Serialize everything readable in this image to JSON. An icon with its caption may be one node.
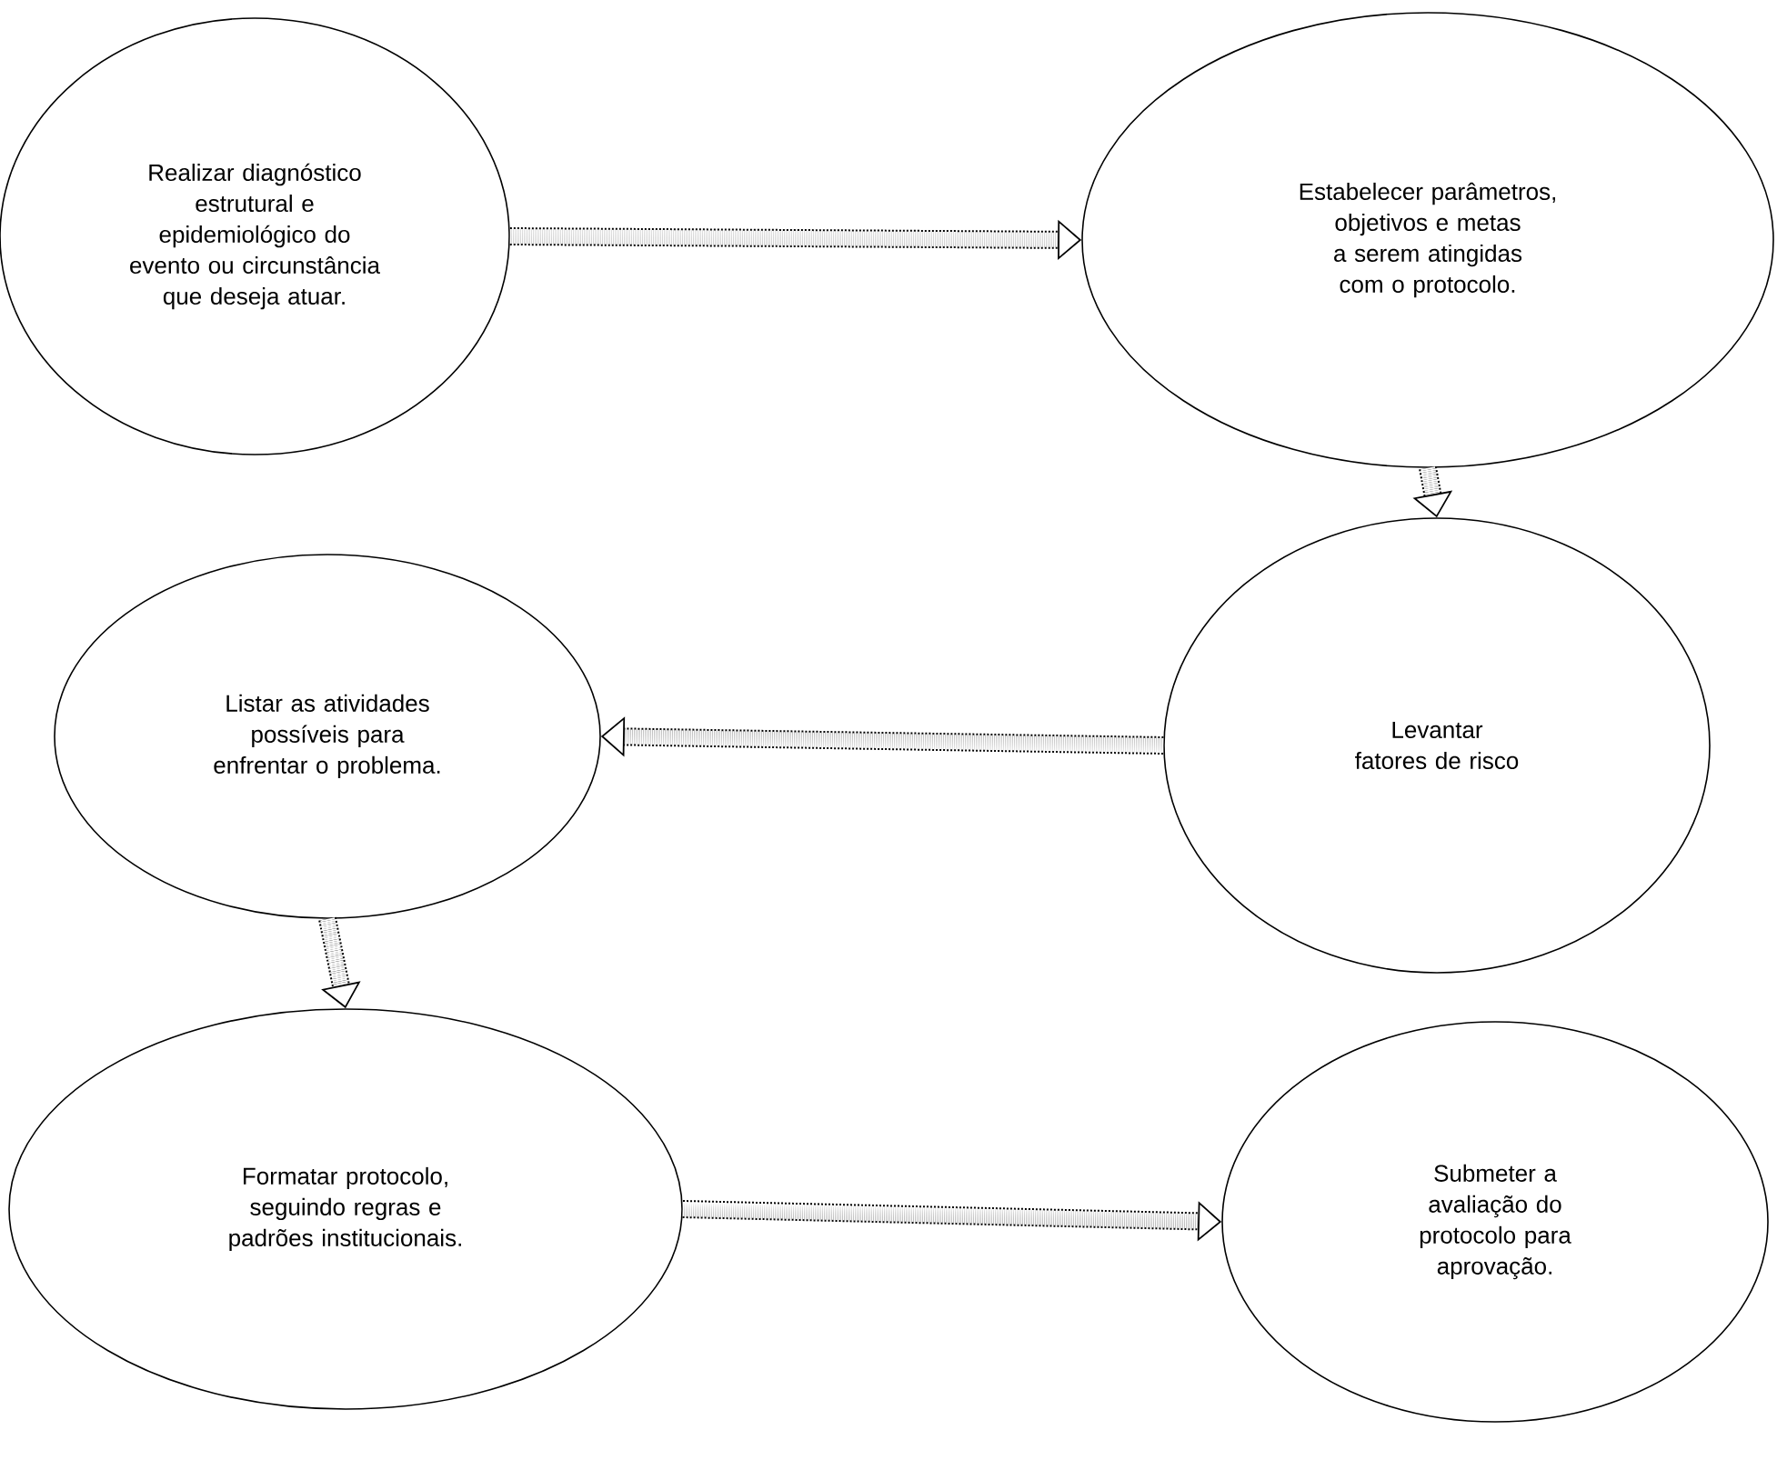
{
  "diagram": {
    "nodes": [
      {
        "text": [
          "Realizar diagnóstico estrutural e epidemiológico do evento ou circunstância que deseja atuar."
        ]
      },
      {
        "text": [
          "Estabelecer parâmetros, objetivos e metas a serem atingidas com o protocolo."
        ]
      },
      {
        "text": [
          "Listar as atividades possíveis para enfrentar o problema."
        ]
      },
      {
        "text": [
          "Levantar fatores de risco"
        ]
      },
      {
        "text": [
          "Formatar protocolo, seguindo regras e padrões institucionais."
        ]
      },
      {
        "text": [
          "Submeter a avaliação do protocolo para aprovação."
        ]
      }
    ],
    "edges": [
      {
        "from": 0,
        "to": 1,
        "arrow": "to"
      },
      {
        "from": 1,
        "to": 3,
        "arrow": "to"
      },
      {
        "from": 3,
        "to": 2,
        "arrow": "to"
      },
      {
        "from": 2,
        "to": 4,
        "arrow": "to"
      },
      {
        "from": 4,
        "to": 5,
        "arrow": "to"
      }
    ]
  }
}
